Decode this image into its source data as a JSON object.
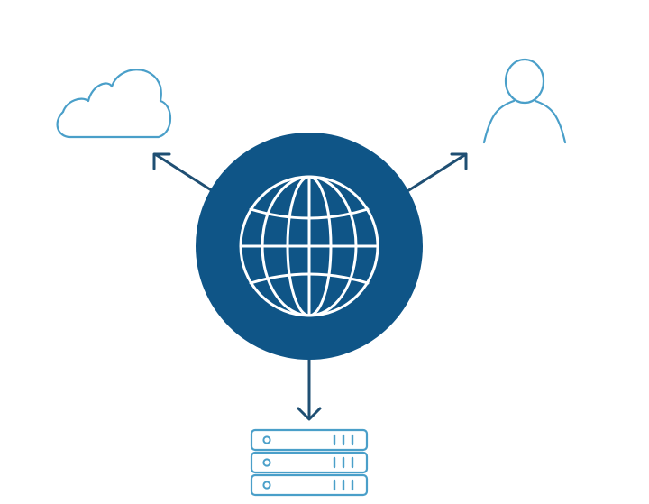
{
  "colors": {
    "hub_fill": "#0f5587",
    "arrow": "#1f4f73",
    "icon_outline": "#4a9fc9",
    "globe_lines": "#ffffff",
    "background": "#ffffff"
  },
  "nodes": {
    "hub": {
      "icon": "globe-icon"
    },
    "cloud": {
      "icon": "cloud-icon"
    },
    "user": {
      "icon": "user-icon"
    },
    "server": {
      "icon": "server-stack-icon",
      "units": 3
    }
  },
  "edges": [
    {
      "from": "hub",
      "to": "cloud"
    },
    {
      "from": "hub",
      "to": "user"
    },
    {
      "from": "hub",
      "to": "server"
    }
  ]
}
